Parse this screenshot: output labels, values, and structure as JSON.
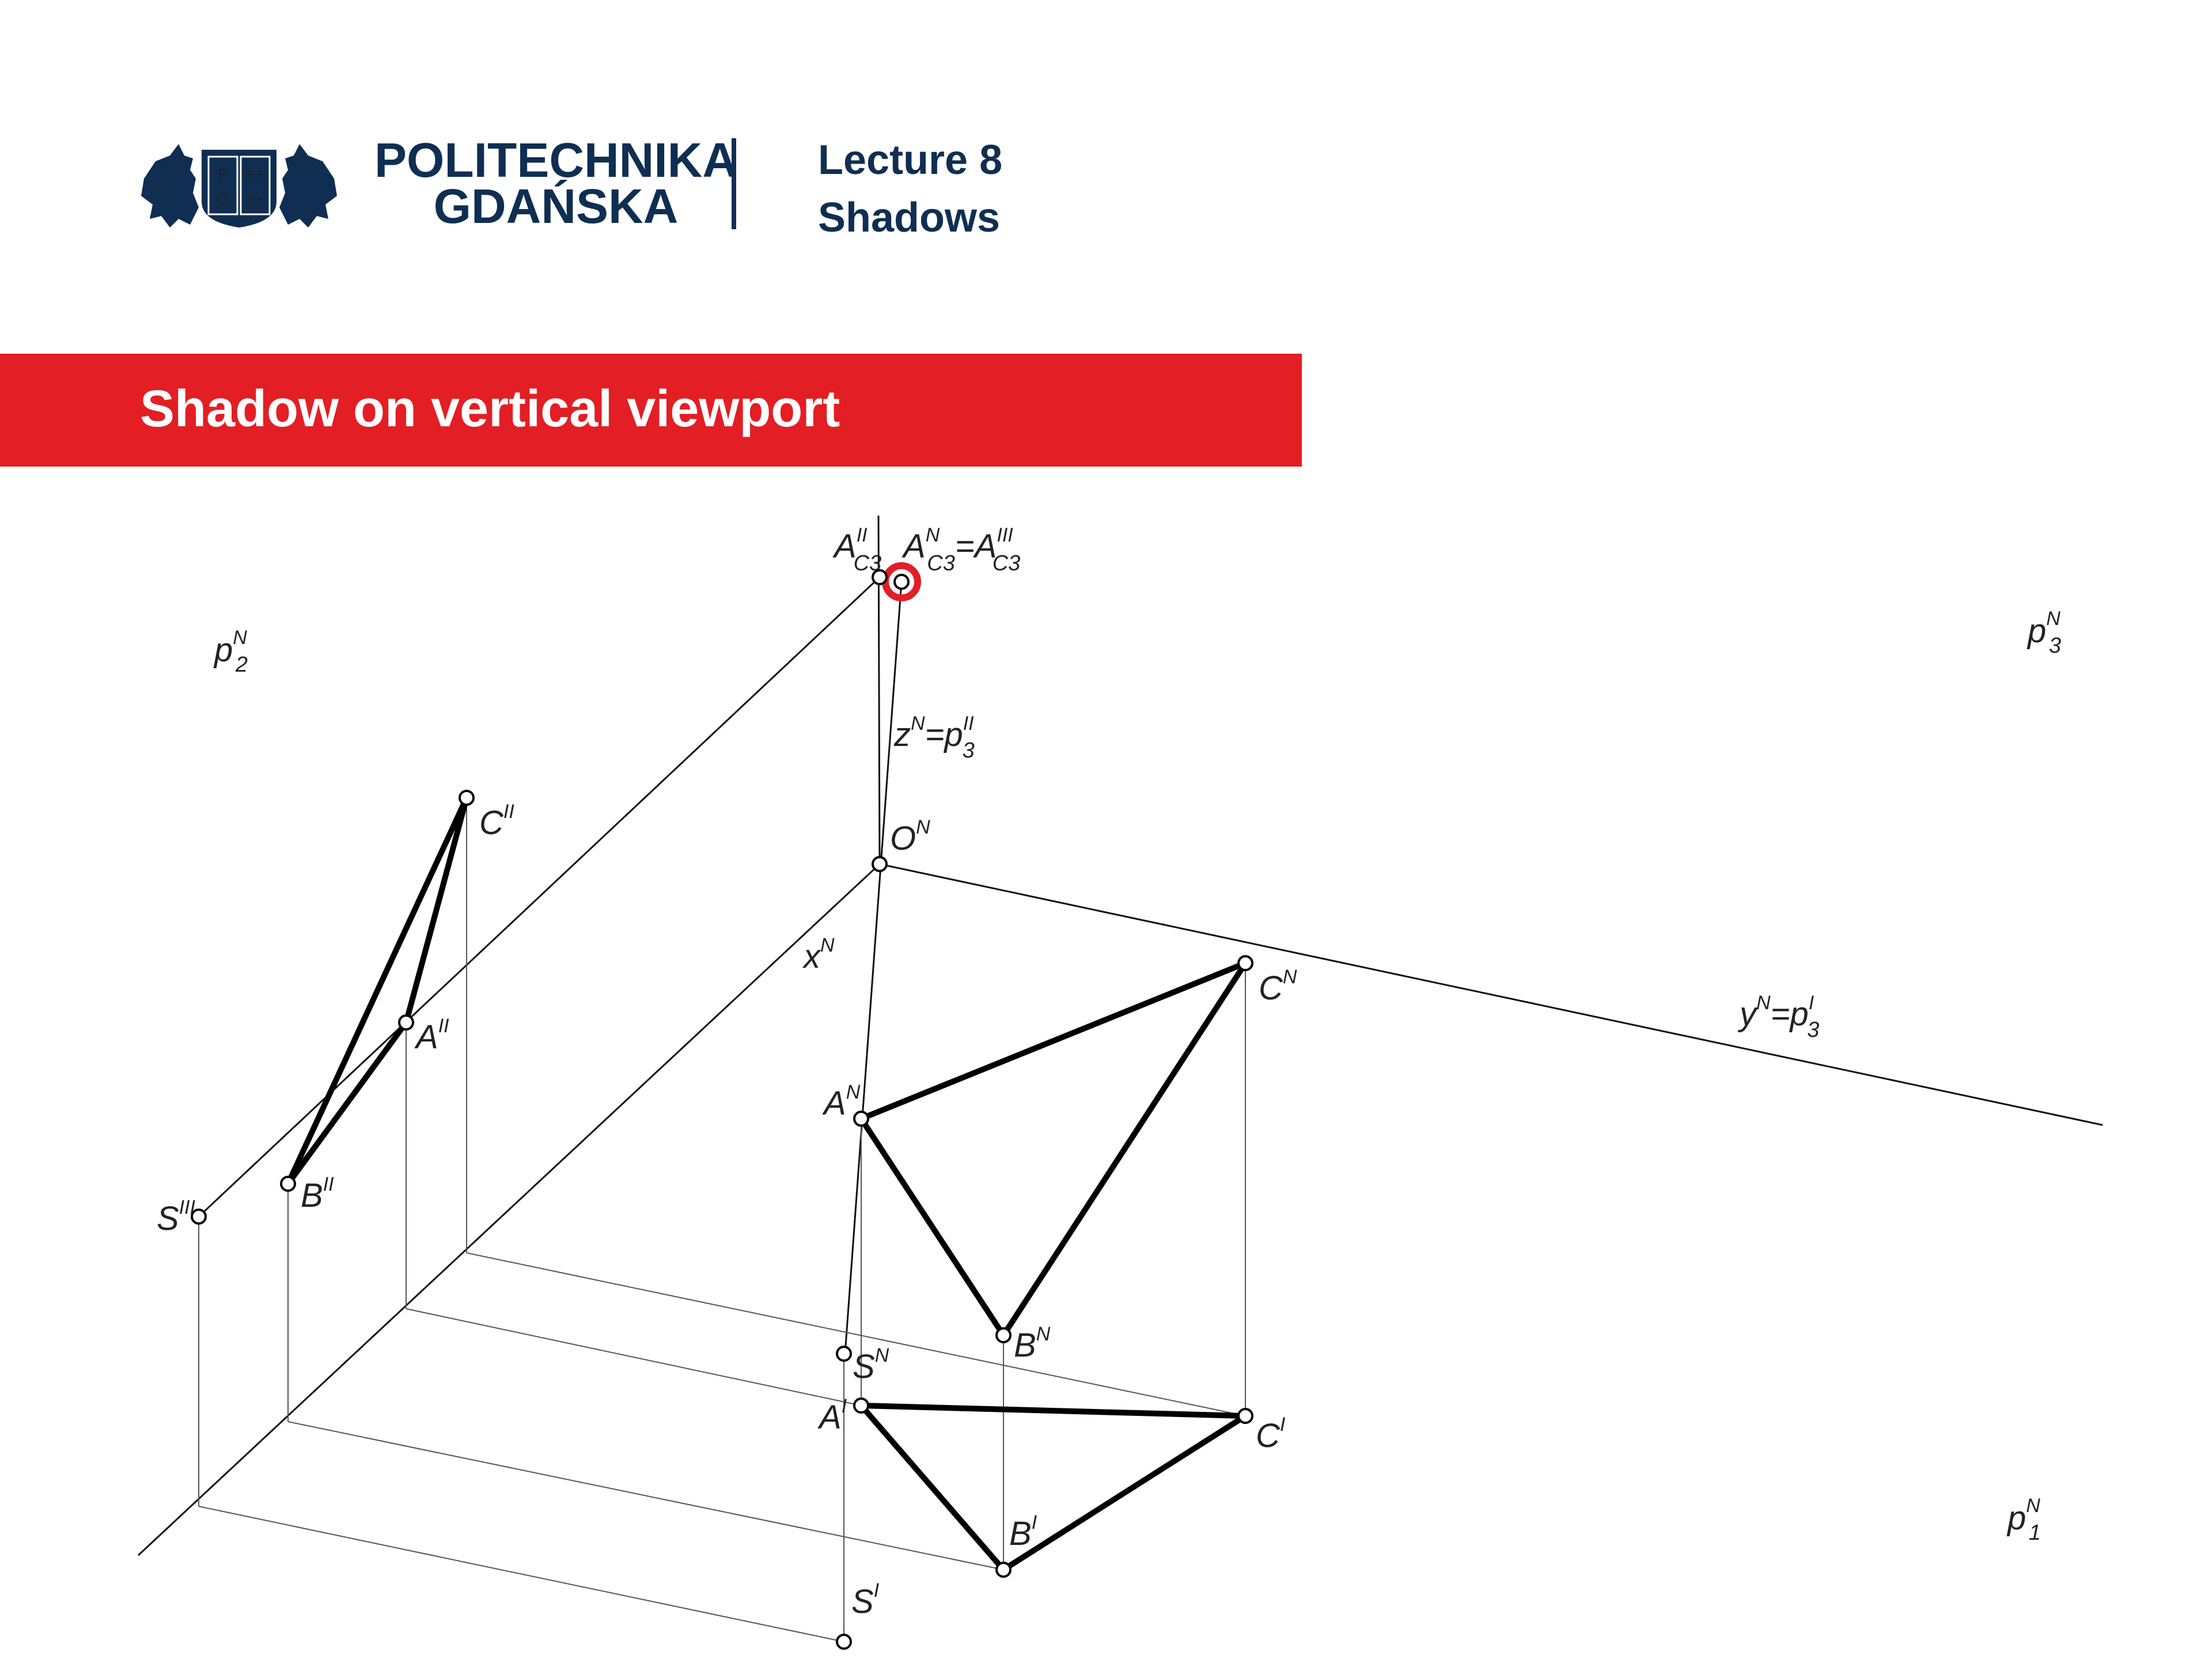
{
  "header": {
    "logo_line1": "POLITECHNIKA",
    "logo_line2": "GDAŃSKA",
    "lecture_line1": "Lecture 8",
    "lecture_line2": "Shadows"
  },
  "banner": {
    "title": "Shadow on vertical viewport"
  },
  "colors": {
    "navy": "#0f2e52",
    "red": "#e31e24",
    "ink": "#111111"
  },
  "icons": [
    "university-crest-icon"
  ],
  "labels": {
    "p2": {
      "base": "p",
      "sup": "N",
      "sub": "2"
    },
    "p3": {
      "base": "p",
      "sup": "N",
      "sub": "3"
    },
    "p1": {
      "base": "p",
      "sup": "N",
      "sub": "1"
    },
    "Ac3_II": {
      "base": "A",
      "sup": "II",
      "sub": "C3"
    },
    "Ac3_N": {
      "base": "A",
      "sup": "N",
      "sub": "C3",
      "eq": "=A",
      "sup2": "III",
      "sub2": "C3"
    },
    "zN": {
      "base": "z",
      "sup": "N",
      "eq": "=p",
      "sup2": "II",
      "sub2": "3"
    },
    "ON": {
      "base": "O",
      "sup": "N"
    },
    "xN": {
      "base": "x",
      "sup": "N"
    },
    "yN": {
      "base": "y",
      "sup": "N",
      "eq": "=p",
      "sup2": "I",
      "sub2": "3"
    },
    "C_II": {
      "base": "C",
      "sup": "II"
    },
    "A_II": {
      "base": "A",
      "sup": "II"
    },
    "B_II": {
      "base": "B",
      "sup": "II"
    },
    "S_III": {
      "base": "S",
      "sup": "III"
    },
    "C_N": {
      "base": "C",
      "sup": "N"
    },
    "A_N": {
      "base": "A",
      "sup": "N"
    },
    "B_N": {
      "base": "B",
      "sup": "N"
    },
    "S_N": {
      "base": "S",
      "sup": "N"
    },
    "A_I": {
      "base": "A",
      "sup": "I"
    },
    "C_I": {
      "base": "C",
      "sup": "I"
    },
    "B_I": {
      "base": "B",
      "sup": "I"
    },
    "S_I": {
      "base": "S",
      "sup": "I"
    }
  }
}
